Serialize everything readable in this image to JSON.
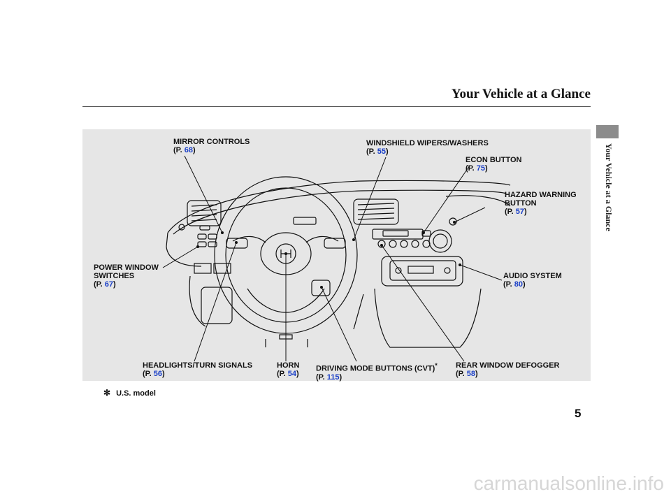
{
  "header": {
    "title": "Your Vehicle at a Glance"
  },
  "side_tab": {
    "label": "Your Vehicle at a Glance"
  },
  "callouts": {
    "mirror_controls": {
      "label": "MIRROR CONTROLS",
      "prefix": "(P. ",
      "page": "68",
      "suffix": ")"
    },
    "windshield_wipers": {
      "label": "WINDSHIELD WIPERS/WASHERS",
      "prefix": "(P. ",
      "page": "55",
      "suffix": ")"
    },
    "econ_button": {
      "label": "ECON BUTTON",
      "prefix": "(P. ",
      "page": "75",
      "suffix": ")"
    },
    "hazard_warning": {
      "label_line1": "HAZARD WARNING",
      "label_line2": "BUTTON",
      "prefix": "(P. ",
      "page": "57",
      "suffix": ")"
    },
    "power_window": {
      "label_line1": "POWER WINDOW",
      "label_line2": "SWITCHES",
      "prefix": "(P. ",
      "page": "67",
      "suffix": ")"
    },
    "audio_system": {
      "label": "AUDIO SYSTEM",
      "prefix": "(P. ",
      "page": "80",
      "suffix": ")"
    },
    "headlights": {
      "label": "HEADLIGHTS/TURN SIGNALS",
      "prefix": "(P. ",
      "page": "56",
      "suffix": ")"
    },
    "horn": {
      "label": "HORN",
      "prefix": "(P. ",
      "page": "54",
      "suffix": ")"
    },
    "driving_mode": {
      "label": "DRIVING MODE BUTTONS (CVT)",
      "mark": "*",
      "prefix": "(P. ",
      "page": "115",
      "suffix": ")"
    },
    "rear_defogger": {
      "label": "REAR WINDOW DEFOGGER",
      "prefix": "(P. ",
      "page": "58",
      "suffix": ")"
    }
  },
  "footnote": {
    "mark": "✻",
    "text": "U.S. model"
  },
  "page_number": "5",
  "watermark": "carmanualsonline.info",
  "colors": {
    "link": "#1a3fc7",
    "panel": "#e6e6e6",
    "tab": "#8c8c8c"
  }
}
